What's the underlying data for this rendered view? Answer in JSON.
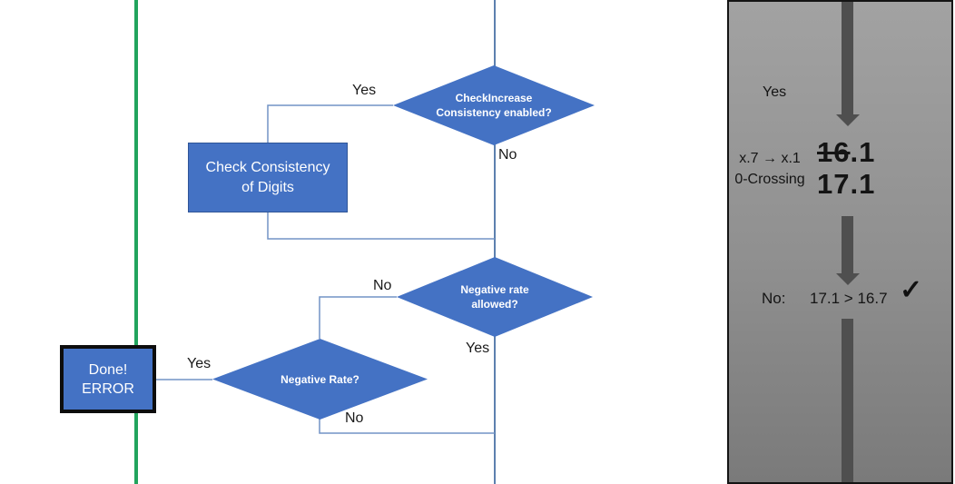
{
  "flowchart": {
    "nodes": {
      "check_increase": {
        "label": "CheckIncrease Consistency enabled?"
      },
      "check_consistency": {
        "lines": [
          "Check Consistency",
          "of Digits"
        ]
      },
      "negative_rate_allowed": {
        "label": "Negative rate allowed?"
      },
      "negative_rate": {
        "label": "Negative Rate?"
      },
      "done_error": {
        "lines": [
          "Done!",
          "ERROR"
        ]
      }
    },
    "edge_labels": {
      "check_increase_yes": "Yes",
      "check_increase_no": "No",
      "negative_rate_allowed_no": "No",
      "negative_rate_allowed_yes": "Yes",
      "negative_rate_yes": "Yes",
      "negative_rate_no": "No"
    }
  },
  "side_panel": {
    "yes_label": "Yes",
    "rule_line1": "x.7 → x.1",
    "rule_line2": "0-Crossing",
    "old_value_struck": "16",
    "old_value_rest": ".1",
    "new_value": "17.1",
    "result_label": "No:",
    "comparison": "17.1 > 16.7",
    "check_mark": "✓"
  },
  "colors": {
    "shape_blue": "#4472C4",
    "connector_blue": "#7293C5",
    "green_line": "#22A45D",
    "panel_gray_top": "#A2A2A2",
    "panel_gray_bottom": "#7A7A7A",
    "arrow_gray": "#4F4F4F"
  }
}
